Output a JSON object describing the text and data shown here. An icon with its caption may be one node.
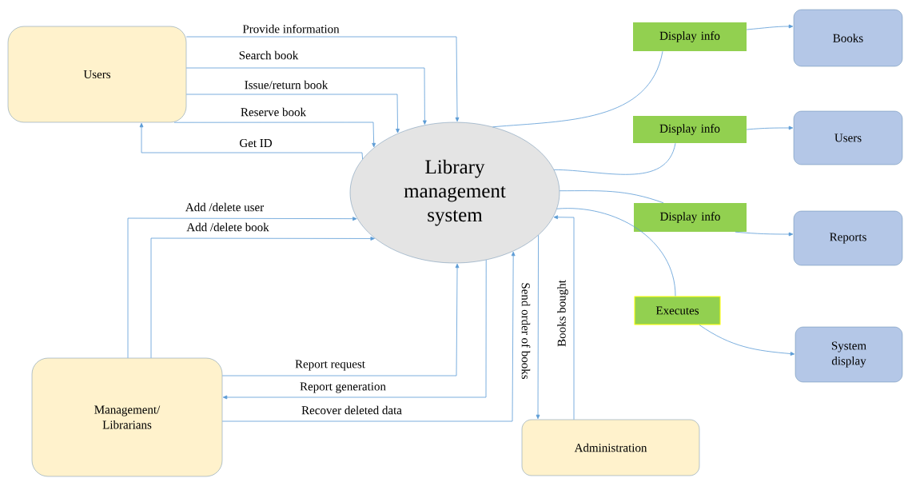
{
  "diagram": {
    "nodes": [
      {
        "text": [
          "Users"
        ]
      },
      {
        "text": [
          "Library management system"
        ]
      },
      {
        "text": [
          "Management/ Librarians"
        ]
      },
      {
        "text": [
          "Administration"
        ]
      },
      {
        "text": [
          "Books"
        ]
      },
      {
        "text": [
          "Users"
        ]
      },
      {
        "text": [
          "Reports"
        ]
      },
      {
        "text": [
          "System display"
        ]
      },
      {
        "text": [
          "Display info"
        ]
      },
      {
        "text": [
          "Display info"
        ]
      },
      {
        "text": [
          "Display info"
        ]
      },
      {
        "text": [
          "Executes"
        ]
      }
    ],
    "edges": [
      {
        "from": 0,
        "to": 1,
        "arrow": "to",
        "label": "Provide information"
      },
      {
        "from": 0,
        "to": 1,
        "arrow": "to",
        "label": "Search book"
      },
      {
        "from": 0,
        "to": 1,
        "arrow": "to",
        "label": "Issue/return book"
      },
      {
        "from": 0,
        "to": 1,
        "arrow": "to",
        "label": "Reserve book"
      },
      {
        "from": 1,
        "to": 0,
        "arrow": "to",
        "label": "Get ID"
      },
      {
        "from": 2,
        "to": 1,
        "arrow": "to",
        "label": "Add /delete user"
      },
      {
        "from": 2,
        "to": 1,
        "arrow": "to",
        "label": "Add /delete book"
      },
      {
        "from": 2,
        "to": 1,
        "arrow": "to",
        "label": "Report request"
      },
      {
        "from": 1,
        "to": 2,
        "arrow": "to",
        "label": "Report generation"
      },
      {
        "from": 2,
        "to": 1,
        "arrow": "to",
        "label": "Recover deleted data"
      },
      {
        "from": 1,
        "to": 3,
        "arrow": "to",
        "label": "Send order of books"
      },
      {
        "from": 3,
        "to": 1,
        "arrow": "to",
        "label": "Books bought"
      },
      {
        "from": 1,
        "to": 8,
        "arrow": "none"
      },
      {
        "from": 8,
        "to": 4,
        "arrow": "to"
      },
      {
        "from": 1,
        "to": 9,
        "arrow": "none"
      },
      {
        "from": 9,
        "to": 5,
        "arrow": "to"
      },
      {
        "from": 1,
        "to": 10,
        "arrow": "none"
      },
      {
        "from": 10,
        "to": 6,
        "arrow": "to"
      },
      {
        "from": 1,
        "to": 11,
        "arrow": "none"
      },
      {
        "from": 11,
        "to": 7,
        "arrow": "to"
      }
    ]
  }
}
